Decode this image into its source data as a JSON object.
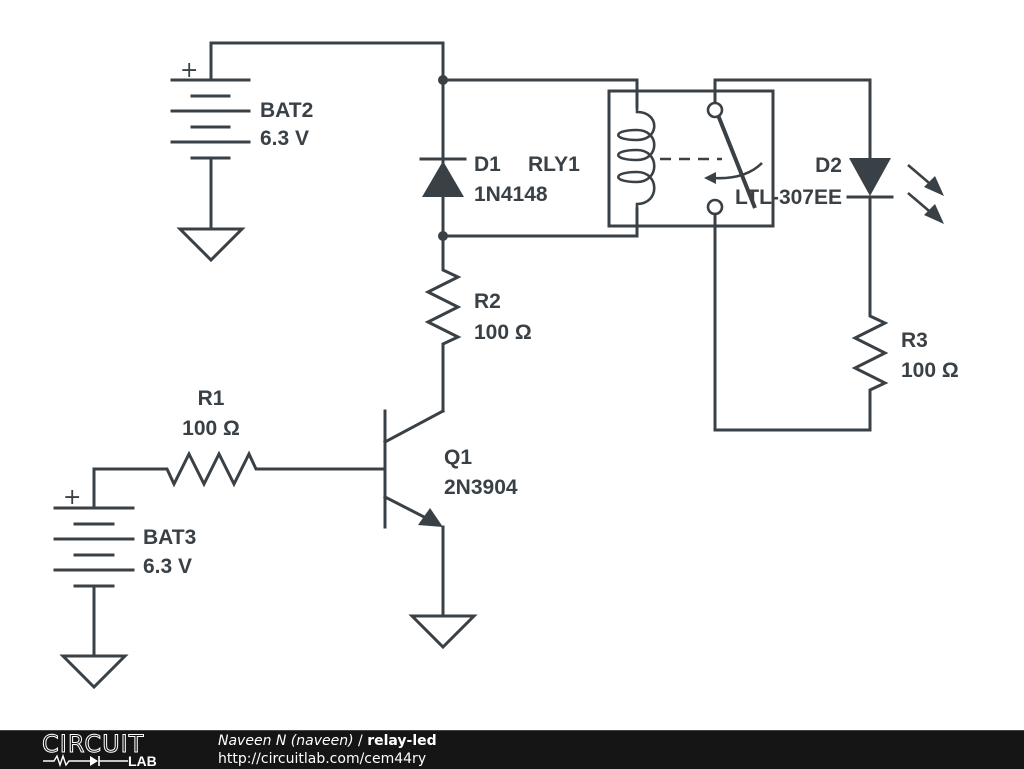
{
  "schematic": {
    "components": {
      "bat2": {
        "ref": "BAT2",
        "value": "6.3 V",
        "polarity": "+"
      },
      "bat3": {
        "ref": "BAT3",
        "value": "6.3 V",
        "polarity": "+"
      },
      "d1": {
        "ref": "D1",
        "value": "1N4148"
      },
      "rly1": {
        "ref": "RLY1"
      },
      "d2": {
        "ref": "D2",
        "value": "LTL-307EE"
      },
      "r1": {
        "ref": "R1",
        "value": "100 Ω"
      },
      "r2": {
        "ref": "R2",
        "value": "100 Ω"
      },
      "r3": {
        "ref": "R3",
        "value": "100 Ω"
      },
      "q1": {
        "ref": "Q1",
        "value": "2N3904"
      }
    },
    "colors": {
      "wire": "#3a4146",
      "background": "#ffffff"
    }
  },
  "footer": {
    "logo_top": "CIRCUIT",
    "logo_bottom": "LAB",
    "author": "Naveen N (naveen)",
    "separator": " / ",
    "title": "relay-led",
    "url": "http://circuitlab.com/cem44ry",
    "colors": {
      "background": "#151515",
      "text": "#ffffff"
    }
  }
}
